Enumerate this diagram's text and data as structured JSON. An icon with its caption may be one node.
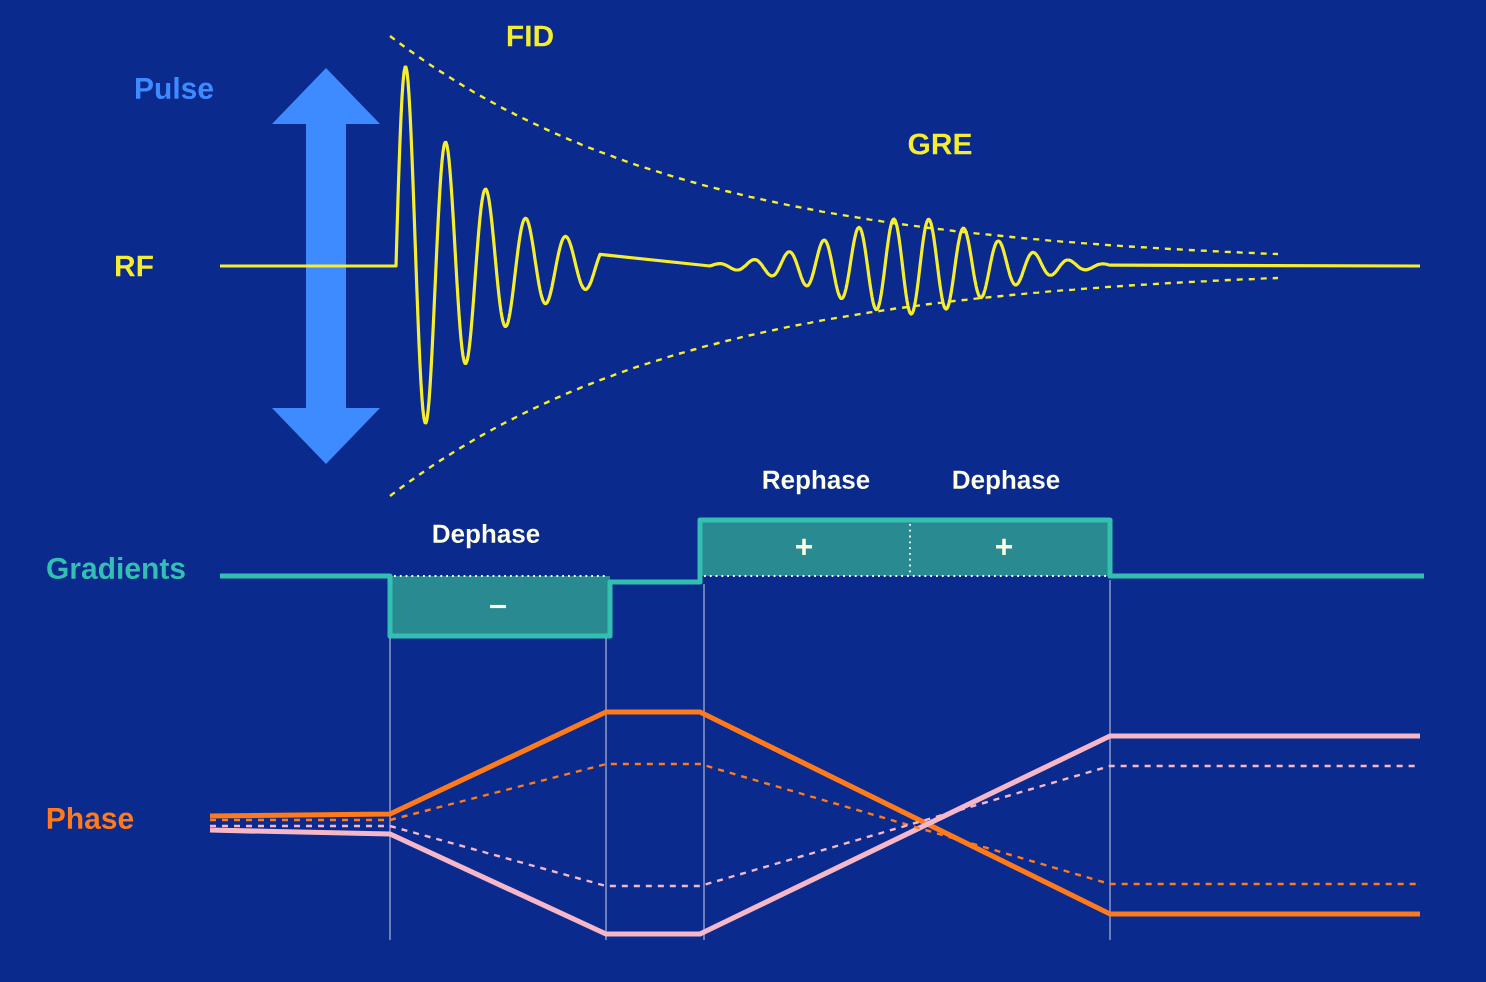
{
  "diagram": {
    "labels": [
      "FID",
      "Pulse",
      "GRE",
      "RF",
      "Rephase",
      "Dephase",
      "Dephase",
      "Gradients",
      "–",
      "+",
      "+",
      "Phase"
    ]
  }
}
